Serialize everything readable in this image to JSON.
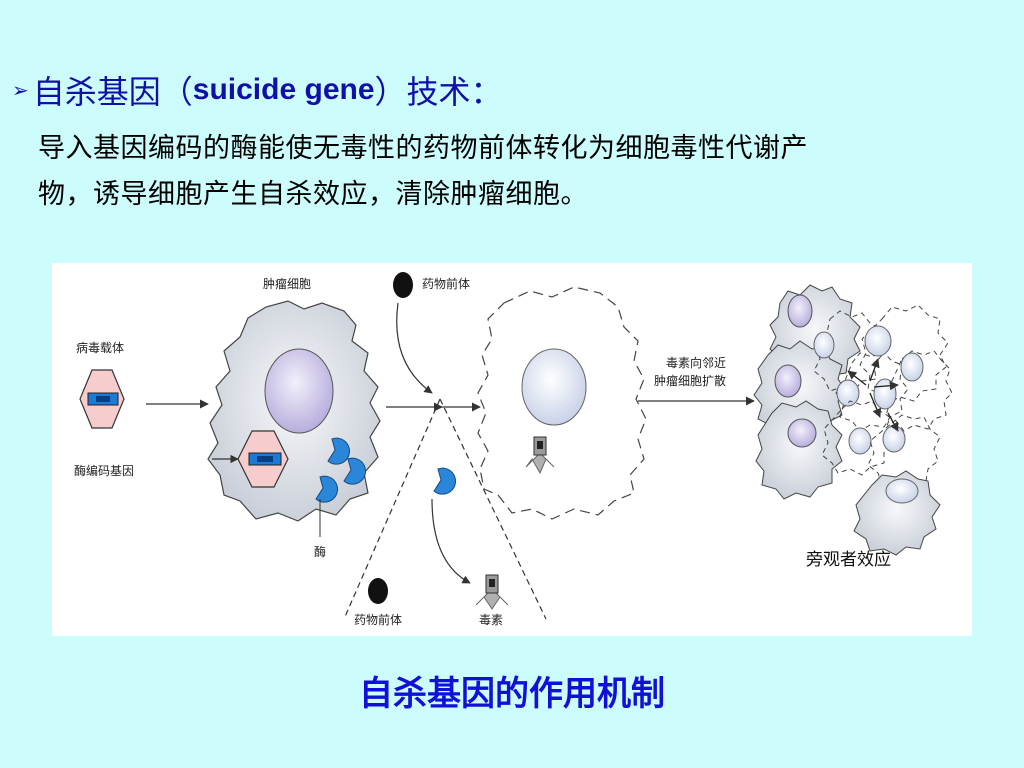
{
  "heading": {
    "cn_prefix": "自杀基因（",
    "latin": "suicide gene",
    "cn_suffix": "）技术："
  },
  "body": {
    "line1": "导入基因编码的酶能使无毒性的药物前体转化为细胞毒性代谢产",
    "line2": "物，诱导细胞产生自杀效应，清除肿瘤细胞。"
  },
  "figure": {
    "labels": {
      "tumor_cell": "肿瘤细胞",
      "prodrug_top": "药物前体",
      "virus_vector": "病毒载体",
      "enzyme_gene": "酶编码基因",
      "enzyme": "酶",
      "diffusion_line1": "毒素向邻近",
      "diffusion_line2": "肿瘤细胞扩散",
      "bystander": "旁观者效应",
      "prodrug_bottom": "药物前体",
      "toxin": "毒素"
    },
    "colors": {
      "nucleus": "#c8c0e4",
      "dead_nucleus": "#dde3f2",
      "cell_fill": "#dfe3ea",
      "vector": "#f8d0d0",
      "gene_blue": "#1878d8",
      "enzyme_blue": "#2a86d8"
    }
  },
  "caption": "自杀基因的作用机制"
}
